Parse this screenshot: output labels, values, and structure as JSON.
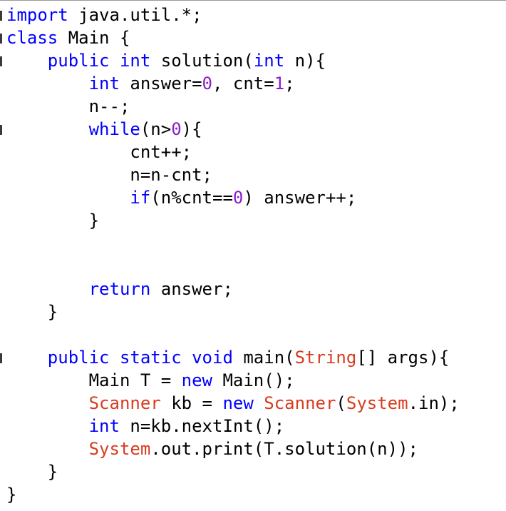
{
  "colors": {
    "keyword": "#0000ff",
    "number": "#8a1ec8",
    "class_name": "#d83b1f",
    "plain": "#000000",
    "background": "#ffffff"
  },
  "lines": [
    [
      {
        "t": "import",
        "k": "kw"
      },
      {
        "t": " java.util.*;",
        "k": "plain"
      }
    ],
    [
      {
        "t": "class",
        "k": "kw"
      },
      {
        "t": " Main {",
        "k": "plain"
      }
    ],
    [
      {
        "t": "    ",
        "k": "plain"
      },
      {
        "t": "public",
        "k": "kw"
      },
      {
        "t": " ",
        "k": "plain"
      },
      {
        "t": "int",
        "k": "kw"
      },
      {
        "t": " solution(",
        "k": "plain"
      },
      {
        "t": "int",
        "k": "kw"
      },
      {
        "t": " n){",
        "k": "plain"
      }
    ],
    [
      {
        "t": "        ",
        "k": "plain"
      },
      {
        "t": "int",
        "k": "kw"
      },
      {
        "t": " answer=",
        "k": "plain"
      },
      {
        "t": "0",
        "k": "num"
      },
      {
        "t": ", cnt=",
        "k": "plain"
      },
      {
        "t": "1",
        "k": "num"
      },
      {
        "t": ";",
        "k": "plain"
      }
    ],
    [
      {
        "t": "        n--;",
        "k": "plain"
      }
    ],
    [
      {
        "t": "        ",
        "k": "plain"
      },
      {
        "t": "while",
        "k": "kw"
      },
      {
        "t": "(n>",
        "k": "plain"
      },
      {
        "t": "0",
        "k": "num"
      },
      {
        "t": "){",
        "k": "plain"
      }
    ],
    [
      {
        "t": "            cnt++;",
        "k": "plain"
      }
    ],
    [
      {
        "t": "            n=n-cnt;",
        "k": "plain"
      }
    ],
    [
      {
        "t": "            ",
        "k": "plain"
      },
      {
        "t": "if",
        "k": "kw"
      },
      {
        "t": "(n%cnt==",
        "k": "plain"
      },
      {
        "t": "0",
        "k": "num"
      },
      {
        "t": ") answer++;",
        "k": "plain"
      }
    ],
    [
      {
        "t": "        }",
        "k": "plain"
      }
    ],
    [],
    [],
    [
      {
        "t": "        ",
        "k": "plain"
      },
      {
        "t": "return",
        "k": "kw"
      },
      {
        "t": " answer;",
        "k": "plain"
      }
    ],
    [
      {
        "t": "    }",
        "k": "plain"
      }
    ],
    [],
    [
      {
        "t": "    ",
        "k": "plain"
      },
      {
        "t": "public",
        "k": "kw"
      },
      {
        "t": " ",
        "k": "plain"
      },
      {
        "t": "static",
        "k": "kw"
      },
      {
        "t": " ",
        "k": "plain"
      },
      {
        "t": "void",
        "k": "kw"
      },
      {
        "t": " main(",
        "k": "plain"
      },
      {
        "t": "String",
        "k": "cls"
      },
      {
        "t": "[] args){",
        "k": "plain"
      }
    ],
    [
      {
        "t": "        Main T = ",
        "k": "plain"
      },
      {
        "t": "new",
        "k": "kw"
      },
      {
        "t": " Main();",
        "k": "plain"
      }
    ],
    [
      {
        "t": "        ",
        "k": "plain"
      },
      {
        "t": "Scanner",
        "k": "cls"
      },
      {
        "t": " kb = ",
        "k": "plain"
      },
      {
        "t": "new",
        "k": "kw"
      },
      {
        "t": " ",
        "k": "plain"
      },
      {
        "t": "Scanner",
        "k": "cls"
      },
      {
        "t": "(",
        "k": "plain"
      },
      {
        "t": "System",
        "k": "cls"
      },
      {
        "t": ".in);",
        "k": "plain"
      }
    ],
    [
      {
        "t": "        ",
        "k": "plain"
      },
      {
        "t": "int",
        "k": "kw"
      },
      {
        "t": " n=kb.nextInt();",
        "k": "plain"
      }
    ],
    [
      {
        "t": "        ",
        "k": "plain"
      },
      {
        "t": "System",
        "k": "cls"
      },
      {
        "t": ".out.print(T.solution(n));",
        "k": "plain"
      }
    ],
    [
      {
        "t": "    }",
        "k": "plain"
      }
    ],
    [
      {
        "t": "}",
        "k": "plain"
      }
    ]
  ]
}
